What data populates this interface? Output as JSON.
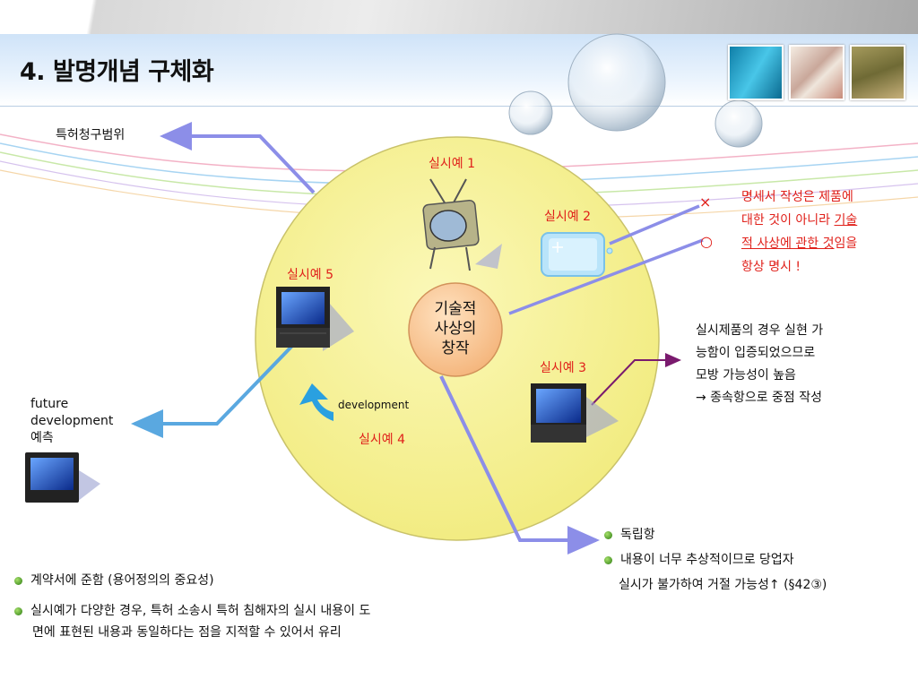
{
  "title": "4. 발명개념 구체화",
  "claims_label": "특허청구범위",
  "embodiments": {
    "e1": "실시예 1",
    "e2": "실시예 2",
    "e3": "실시예 3",
    "e4": "실시예 4",
    "e5": "실시예 5"
  },
  "center_label": "기술적\n사상의\n창작",
  "development_label": "development",
  "future_label": "future\ndevelopment\n예측",
  "marks": {
    "wrong": "×",
    "right": "○"
  },
  "spec_note": {
    "part1": "명세서 작성은 제품에",
    "part2": "대한 것이 아니라 ",
    "underline1": "기술",
    "underline2": "적 사상에 관한 것",
    "part3": "임을",
    "part4": "항상 명시 !"
  },
  "dependent_note": [
    "실시제품의 경우 실현 가",
    "능함이 입증되었으므로",
    "모방 가능성이 높음",
    "→ 종속항으로 중점 작성"
  ],
  "independent_note": {
    "item1": "독립항",
    "item2": "내용이 너무 추상적이므로 당업자",
    "item2_cont": "실시가 불가하여 거절 가능성↑ (§42③)"
  },
  "bottom_notes": {
    "item1": "계약서에 준함 (용어정의의 중요성)",
    "item2_line1": "실시예가 다양한 경우, 특허 소송시 특허 침해자의 실시 내용이 도",
    "item2_line2": "면에 표현된 내용과 동일하다는 점을 지적할 수 있어서 유리"
  },
  "colors": {
    "circle_fill": "#f8f49a",
    "arrow_blue": "#8c8ee8",
    "arrow_cyan": "#5aa8e0",
    "arrow_purple": "#7a1a6e",
    "red": "#e0201a"
  }
}
